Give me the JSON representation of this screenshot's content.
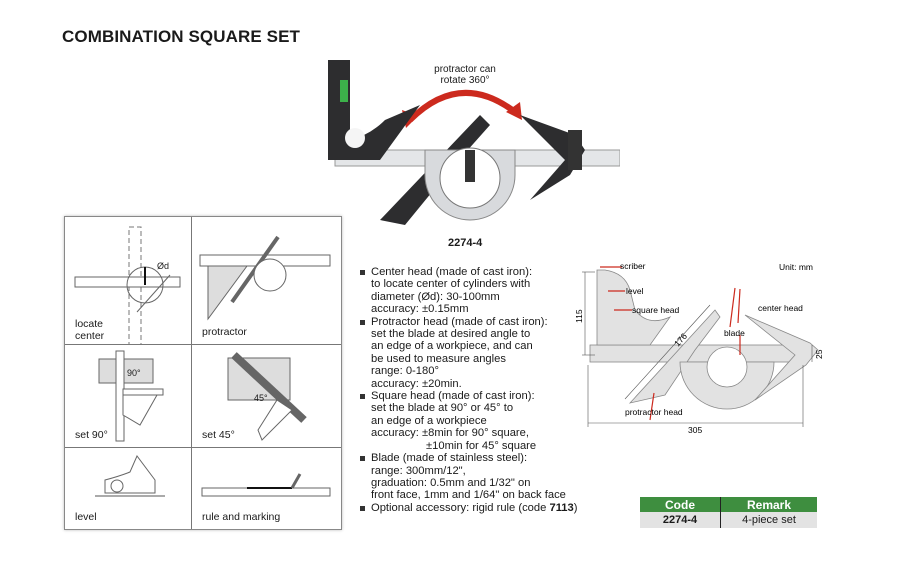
{
  "title": "COMBINATION SQUARE SET",
  "product_photo": {
    "rotate_note_line1": "protractor can",
    "rotate_note_line2": "rotate 360°",
    "model_label": "2274-4",
    "accent_color": "#cc2a1e"
  },
  "applications": [
    {
      "label_lines": [
        "locate",
        "center"
      ]
    },
    {
      "label_lines": [
        "protractor"
      ]
    },
    {
      "label_lines": [
        "set 90°"
      ],
      "angle": "90°"
    },
    {
      "label_lines": [
        "set 45°"
      ],
      "angle": "45°"
    },
    {
      "label_lines": [
        "level"
      ]
    },
    {
      "label_lines": [
        "rule and marking"
      ]
    }
  ],
  "locate_center_symbol": "Ød",
  "specs": [
    {
      "lines": [
        "Center head (made of cast iron):",
        "to locate center of cylinders with",
        "diameter (Ød): 30-100mm",
        "accuracy: ±0.15mm"
      ]
    },
    {
      "lines": [
        "Protractor head (made of cast iron):",
        "set the blade at desired angle to",
        "an edge of a workpiece, and can",
        "be used to measure angles",
        "range: 0-180°",
        "accuracy: ±20min."
      ]
    },
    {
      "lines": [
        "Square head (made of cast iron):",
        "set the blade at 90° or 45° to",
        "an edge of a workpiece",
        "accuracy: ±8min for 90° square,"
      ],
      "indented_line": "±10min for 45° square"
    },
    {
      "lines": [
        "Blade (made of stainless steel):",
        "range: 300mm/12\",",
        "graduation: 0.5mm and 1/32\" on",
        "front face, 1mm and 1/64\" on back face"
      ]
    },
    {
      "prefix": "Optional accessory: rigid rule (code ",
      "code": "7113",
      "suffix": ")"
    }
  ],
  "dimension_drawing": {
    "unit": "Unit: mm",
    "labels": {
      "scriber": "scriber",
      "level": "level",
      "square_head": "square head",
      "center_head": "center head",
      "blade": "blade",
      "protractor_head": "protractor head"
    },
    "dimensions": {
      "height": "115",
      "diagonal": "176",
      "blade_width": "25",
      "length": "305"
    }
  },
  "table": {
    "headers": [
      "Code",
      "Remark"
    ],
    "rows": [
      [
        "2274-4",
        "4-piece set"
      ]
    ],
    "header_color": "#3e8e3f"
  }
}
